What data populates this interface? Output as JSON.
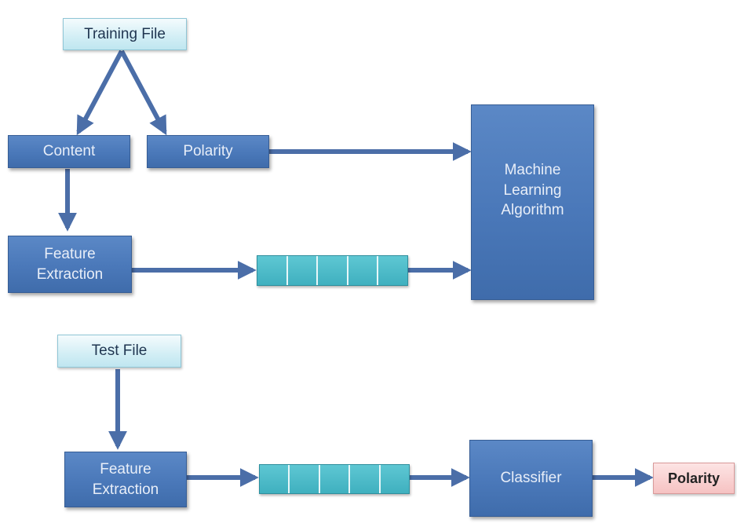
{
  "training": {
    "file_label": "Training File",
    "content_label": "Content",
    "polarity_label": "Polarity",
    "feature_extraction_lines": [
      "Feature",
      "Extraction"
    ],
    "ml_algorithm_lines": [
      "Machine",
      "Learning",
      "Algorithm"
    ]
  },
  "testing": {
    "file_label": "Test File",
    "feature_extraction_lines": [
      "Feature",
      "Extraction"
    ],
    "classifier_label": "Classifier",
    "output_polarity_label": "Polarity"
  },
  "colors": {
    "process_box": "#4a78b9",
    "file_box": "#d2eef5",
    "vector_cell": "#3fb0bf",
    "output_box": "#f6c2c2",
    "arrow": "#4b6ea8"
  }
}
